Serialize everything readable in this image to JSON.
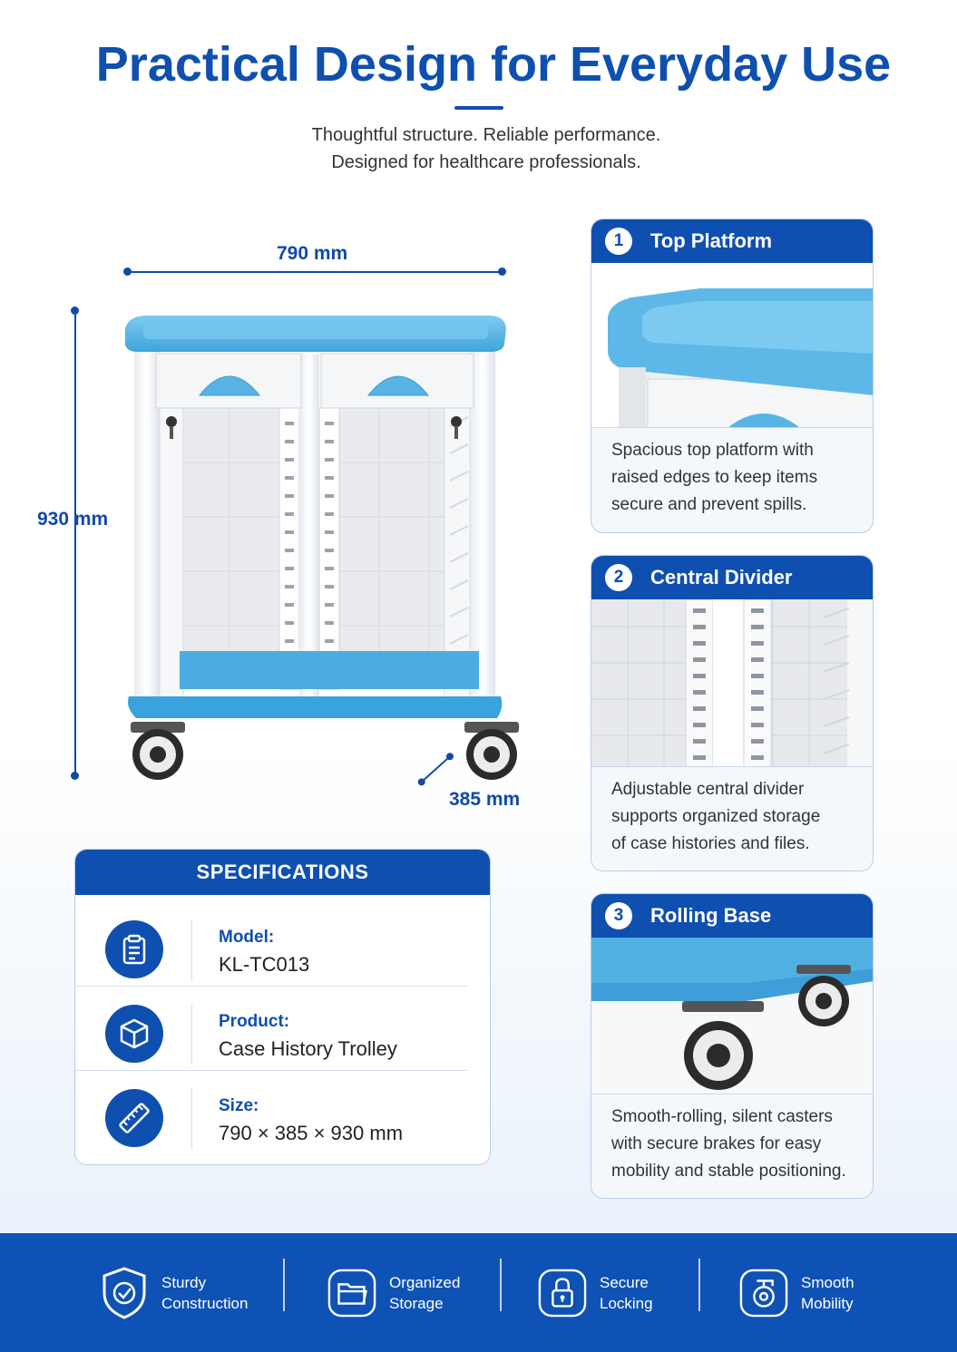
{
  "header": {
    "title": "Practical Design for Everyday Use",
    "subtitle_line1": "Thoughtful structure. Reliable performance.",
    "subtitle_line2": "Designed for healthcare professionals."
  },
  "dimensions": {
    "width": "790 mm",
    "height": "930 mm",
    "depth": "385 mm"
  },
  "specifications": {
    "title": "SPECIFICATIONS",
    "rows": [
      {
        "label": "Model:",
        "value": "KL-TC013",
        "icon": "clipboard-icon"
      },
      {
        "label": "Product:",
        "value": "Case History Trolley",
        "icon": "box-icon"
      },
      {
        "label": "Size:",
        "value": "790 × 385 × 930 mm",
        "icon": "ruler-icon"
      }
    ]
  },
  "features": [
    {
      "number": "1",
      "title": "Top Platform",
      "line1": "Spacious top platform with",
      "line2": "raised edges to keep items",
      "line3": "secure and prevent spills."
    },
    {
      "number": "2",
      "title": "Central Divider",
      "line1": "Adjustable central divider",
      "line2": "supports organized storage",
      "line3": "of case histories and files."
    },
    {
      "number": "3",
      "title": "Rolling Base",
      "line1": "Smooth-rolling, silent casters",
      "line2": "with secure brakes for easy",
      "line3": "mobility and stable positioning."
    }
  ],
  "bottom_bar": [
    {
      "line1": "Sturdy",
      "line2": "Construction",
      "icon": "shield-check-icon"
    },
    {
      "line1": "Organized",
      "line2": "Storage",
      "icon": "folder-icon"
    },
    {
      "line1": "Secure",
      "line2": "Locking",
      "icon": "padlock-icon"
    },
    {
      "line1": "Smooth",
      "line2": "Mobility",
      "icon": "caster-wheel-icon"
    }
  ],
  "colors": {
    "brand_blue": "#0f4fb0",
    "trolley_blue": "#5cb6e6",
    "bar_blue": "#0f52b5"
  }
}
